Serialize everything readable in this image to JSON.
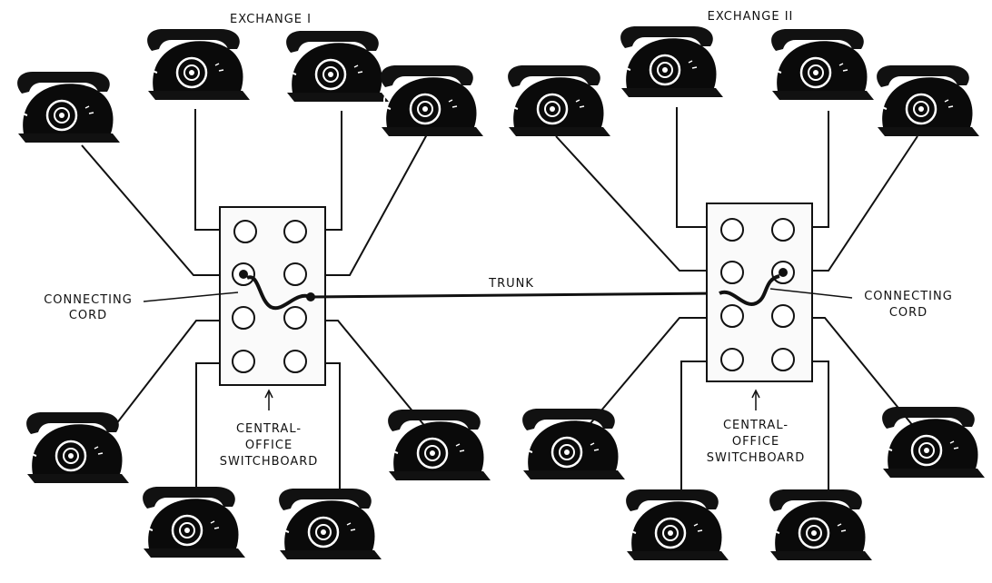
{
  "exchanges": [
    {
      "title": "EXCHANGE I",
      "connecting_cord_label": [
        "CONNECTING",
        "CORD"
      ],
      "switchboard_label": [
        "CENTRAL-",
        "OFFICE",
        "SWITCHBOARD"
      ]
    },
    {
      "title": "EXCHANGE II",
      "connecting_cord_label": [
        "CONNECTING",
        "CORD"
      ],
      "switchboard_label": [
        "CENTRAL-",
        "OFFICE",
        "SWITCHBOARD"
      ]
    }
  ],
  "trunk_label": "TRUNK",
  "icons": {
    "telephone": "telephone-icon",
    "jack": "jack-icon",
    "switchboard": "switchboard-icon"
  },
  "colors": {
    "ink": "#111111",
    "paper": "#ffffff"
  }
}
